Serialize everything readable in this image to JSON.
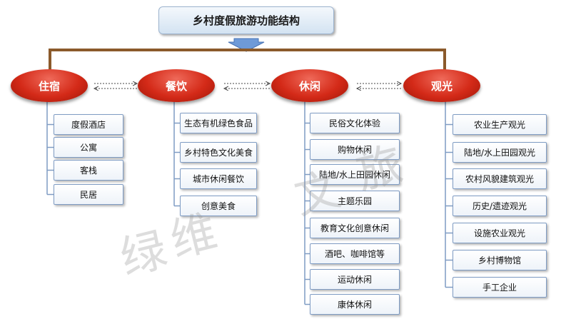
{
  "title": "乡村度假旅游功能结构",
  "top_nodes": [
    {
      "label": "住宿",
      "items": [
        "度假酒店",
        "公寓",
        "客栈",
        "民居"
      ]
    },
    {
      "label": "餐饮",
      "items": [
        "生态有机绿色食品",
        "乡村特色文化美食",
        "城市休闲餐饮",
        "创意美食"
      ]
    },
    {
      "label": "休闲",
      "items": [
        "民俗文化体验",
        "购物休闲",
        "陆地/水上田园休闲",
        "主题乐园",
        "教育文化创意休闲",
        "酒吧、咖啡馆等",
        "运动休闲",
        "康体休闲"
      ]
    },
    {
      "label": "观光",
      "items": [
        "农业生产观光",
        "陆地/水上田园观光",
        "农村风貌建筑观光",
        "历史/遗迹观光",
        "设施农业观光",
        "乡村博物馆",
        "手工企业"
      ]
    }
  ],
  "watermark": [
    "绿",
    "维",
    "文",
    "旅"
  ],
  "colors": {
    "node_red": "#d42a18",
    "connector_brown": "#8b5a2b",
    "item_border": "#7f9cc4",
    "arrow_blue": "#5b8bd0"
  }
}
